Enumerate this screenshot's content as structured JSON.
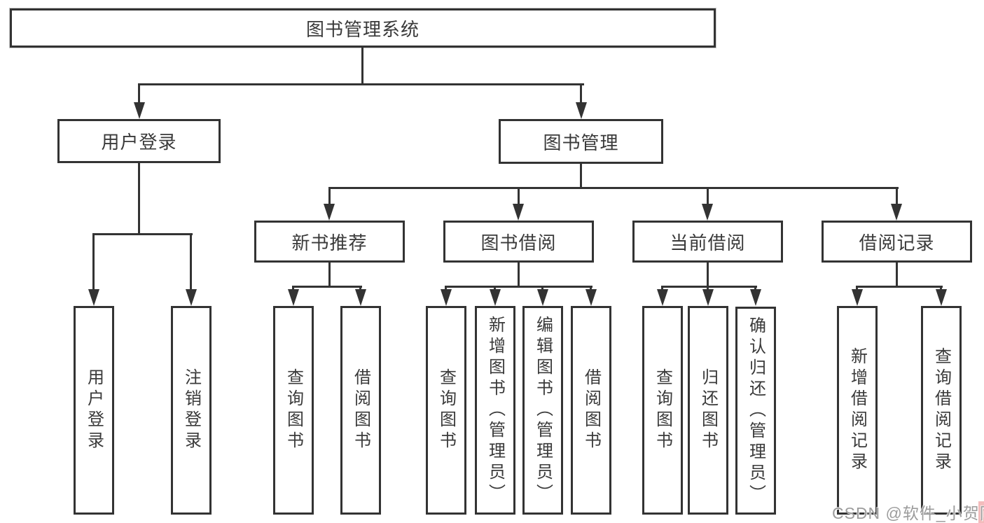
{
  "diagram": {
    "root": {
      "label": "图书管理系统"
    },
    "user_login": {
      "label": "用户登录",
      "children": [
        {
          "label": "用户登录"
        },
        {
          "label": "注销登录"
        }
      ]
    },
    "book_management": {
      "label": "图书管理",
      "groups": [
        {
          "label": "新书推荐",
          "children": [
            {
              "label": "查询图书"
            },
            {
              "label": "借阅图书"
            }
          ]
        },
        {
          "label": "图书借阅",
          "children": [
            {
              "label": "查询图书"
            },
            {
              "label": "新增图书（管理员）"
            },
            {
              "label": "编辑图书（管理员）"
            },
            {
              "label": "借阅图书"
            }
          ]
        },
        {
          "label": "当前借阅",
          "children": [
            {
              "label": "查询图书"
            },
            {
              "label": "归还图书"
            },
            {
              "label": "确认归还（管理员）"
            }
          ]
        },
        {
          "label": "借阅记录",
          "children": [
            {
              "label": "新增借阅记录"
            },
            {
              "label": "查询借阅记录"
            }
          ]
        }
      ]
    }
  },
  "watermark": "CSDN @软件_小贺同学",
  "colors": {
    "line": "#333333",
    "box_border": "#333333",
    "text": "#3a3a3a",
    "watermark_gray": "#9c9c9c",
    "corner_strip_pink": "#f3bcbc"
  }
}
